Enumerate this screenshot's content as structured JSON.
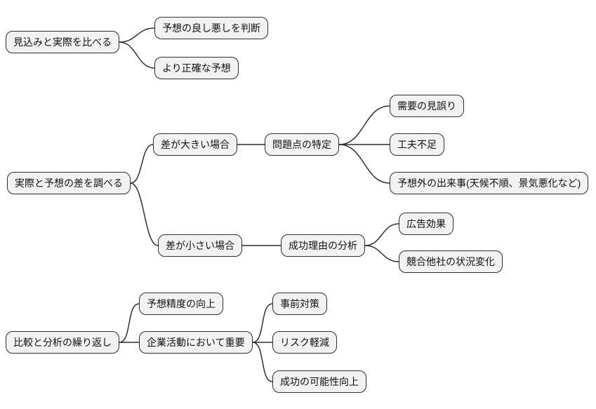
{
  "mindmap": {
    "trees": [
      {
        "root": {
          "label": "見込みと実際を比べる"
        },
        "children": [
          {
            "label": "予想の良し悪しを判断"
          },
          {
            "label": "より正確な予想"
          }
        ]
      },
      {
        "root": {
          "label": "実際と予想の差を調べる"
        },
        "children": [
          {
            "label": "差が大きい場合",
            "child": {
              "label": "問題点の特定",
              "children": [
                {
                  "label": "需要の見誤り"
                },
                {
                  "label": "工夫不足"
                },
                {
                  "label": "予想外の出来事(天候不順、景気悪化など)"
                }
              ]
            }
          },
          {
            "label": "差が小さい場合",
            "child": {
              "label": "成功理由の分析",
              "children": [
                {
                  "label": "広告効果"
                },
                {
                  "label": "競合他社の状況変化"
                }
              ]
            }
          }
        ]
      },
      {
        "root": {
          "label": "比較と分析の繰り返し"
        },
        "children": [
          {
            "label": "予想精度の向上"
          },
          {
            "label": "企業活動において重要",
            "children": [
              {
                "label": "事前対策"
              },
              {
                "label": "リスク軽減"
              },
              {
                "label": "成功の可能性向上"
              }
            ]
          }
        ]
      }
    ]
  },
  "style": {
    "colors": {
      "background": "#ffffff",
      "node_fill": "#f2f2f2",
      "node_border": "#2e2e2e",
      "edge": "#2e2e2e",
      "text": "#111111"
    }
  }
}
